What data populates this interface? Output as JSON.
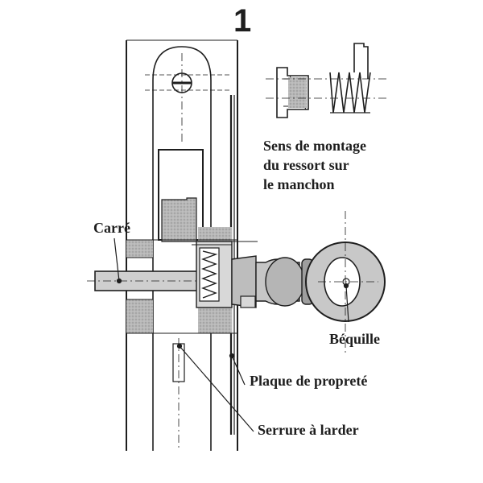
{
  "figure_number": "1",
  "labels": {
    "spring_mounting": {
      "line1": "Sens de montage",
      "line2": "du ressort sur",
      "line3": "le manchon"
    },
    "carre": "Carré",
    "bequille": "Béquille",
    "plaque": "Plaque de propreté",
    "serrure": "Serrure à larder"
  },
  "colors": {
    "ink": "#1e1e1e",
    "shade": "#9a9a9a",
    "light_shade": "#cfcfcf",
    "paper": "#ffffff"
  }
}
